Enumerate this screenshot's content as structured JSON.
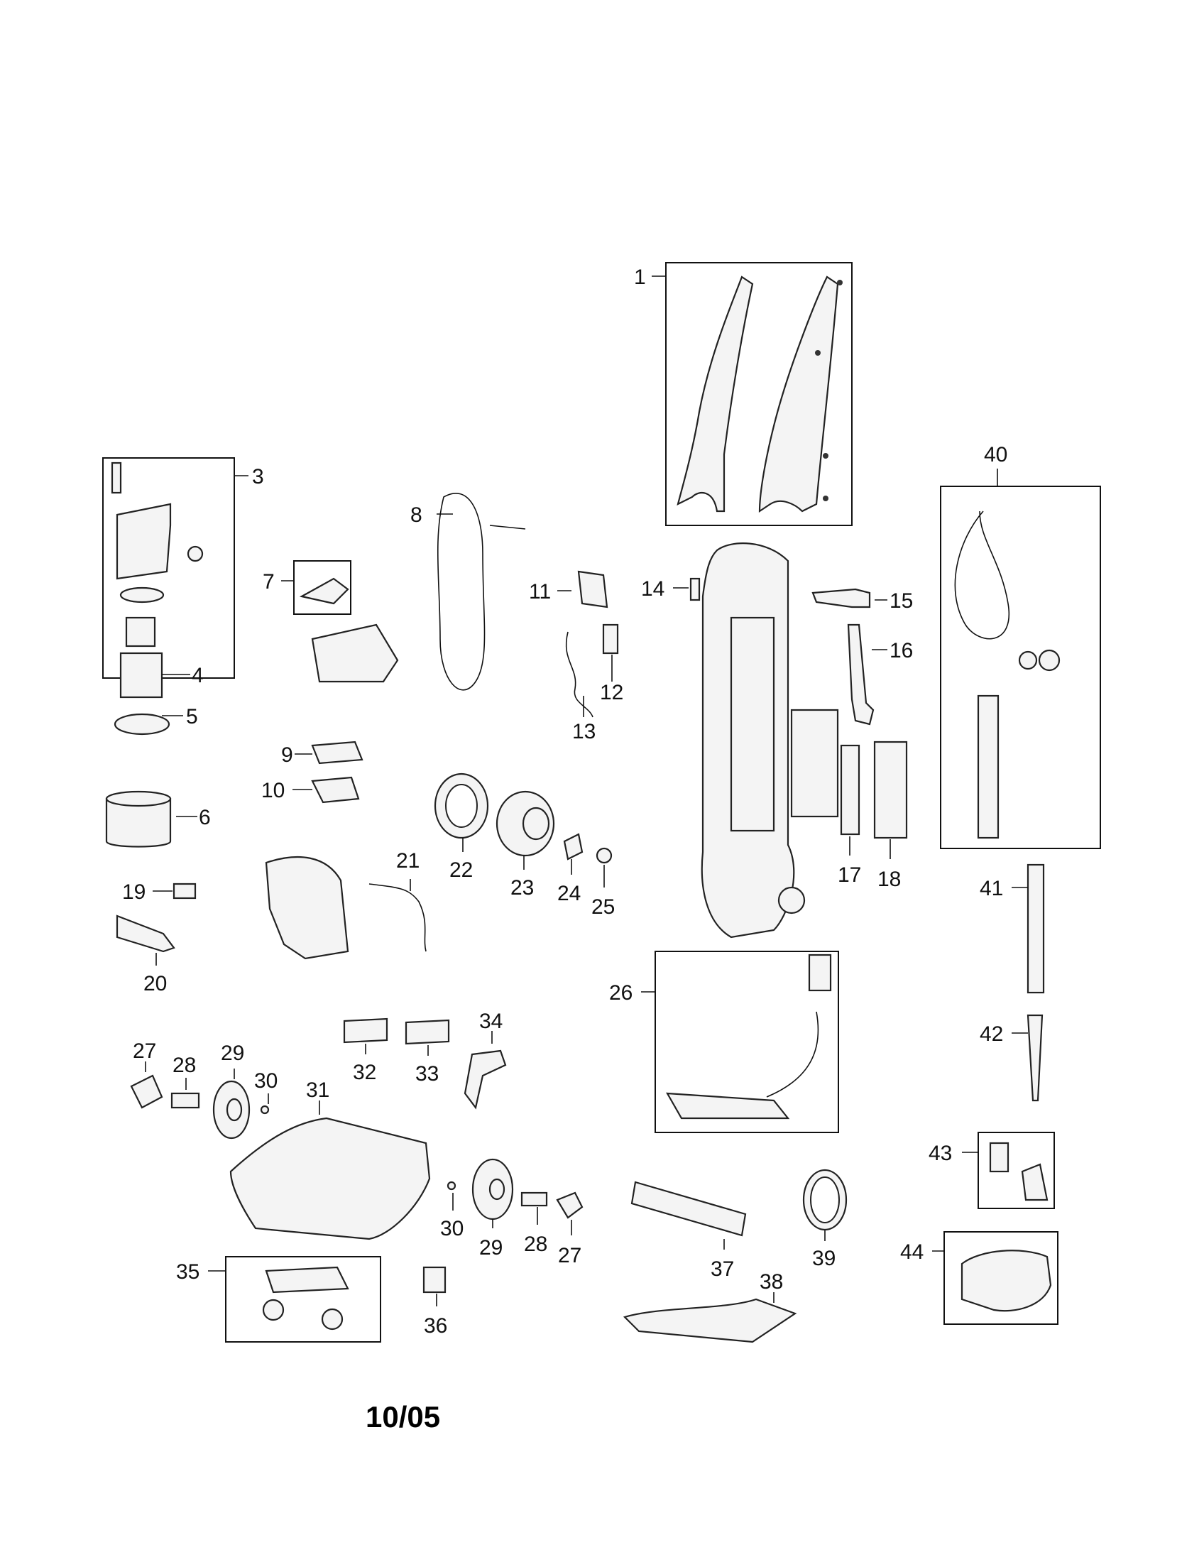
{
  "callouts": {
    "c1": "1",
    "c3": "3",
    "c4": "4",
    "c5": "5",
    "c6": "6",
    "c7": "7",
    "c8": "8",
    "c9": "9",
    "c10": "10",
    "c11": "11",
    "c12": "12",
    "c13": "13",
    "c14": "14",
    "c15": "15",
    "c16": "16",
    "c17": "17",
    "c18": "18",
    "c19": "19",
    "c20": "20",
    "c21": "21",
    "c22": "22",
    "c23": "23",
    "c24": "24",
    "c25": "25",
    "c26": "26",
    "c27a": "27",
    "c27b": "27",
    "c28a": "28",
    "c28b": "28",
    "c29a": "29",
    "c29b": "29",
    "c30a": "30",
    "c30b": "30",
    "c31": "31",
    "c32": "32",
    "c33": "33",
    "c34": "34",
    "c35": "35",
    "c36": "36",
    "c37": "37",
    "c38": "38",
    "c39": "39",
    "c40": "40",
    "c41": "41",
    "c42": "42",
    "c43": "43",
    "c44": "44"
  },
  "footer": {
    "date": "10/05"
  }
}
